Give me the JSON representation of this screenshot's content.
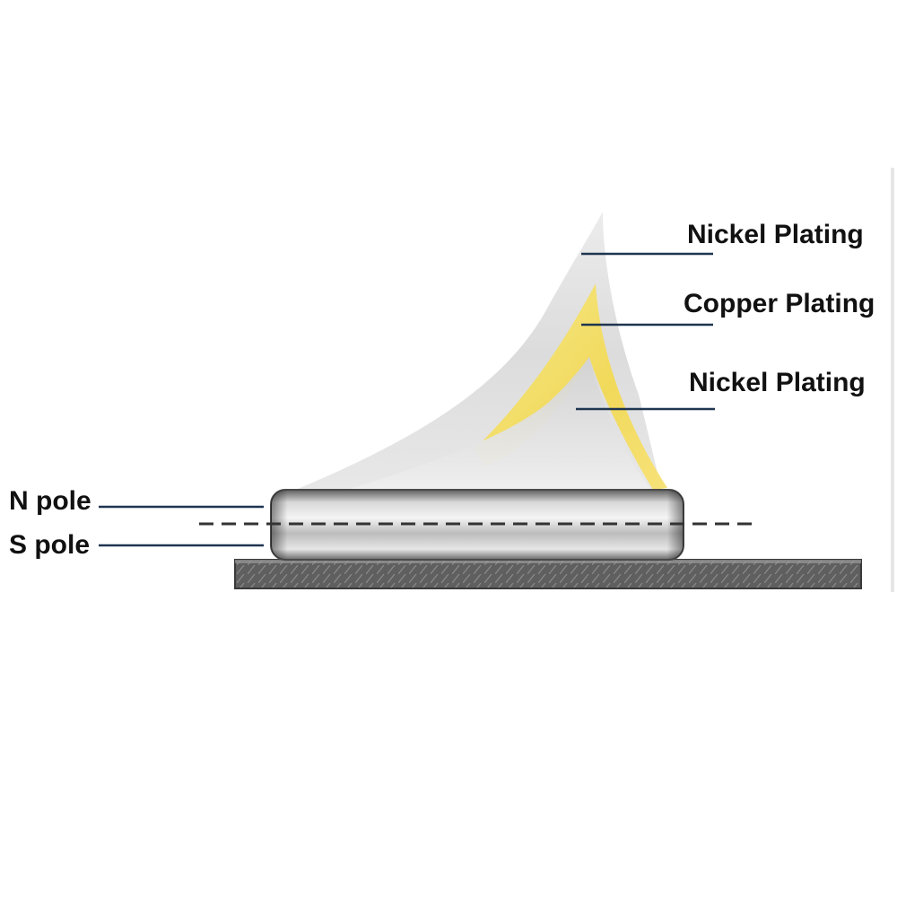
{
  "labels": {
    "outer_layer": "Nickel Plating",
    "middle_layer": "Copper Plating",
    "inner_layer": "Nickel Plating",
    "north_pole": "N pole",
    "south_pole": "S pole"
  },
  "colors": {
    "outer_nickel": "#d9d9d9",
    "copper": "#f3df6a",
    "inner_nickel": "#cfcfcf",
    "leader_line": "#1f3550",
    "magnet_body": "#9a9a9a",
    "base_plate": "#6b6b6b",
    "label_text": "#111111"
  }
}
